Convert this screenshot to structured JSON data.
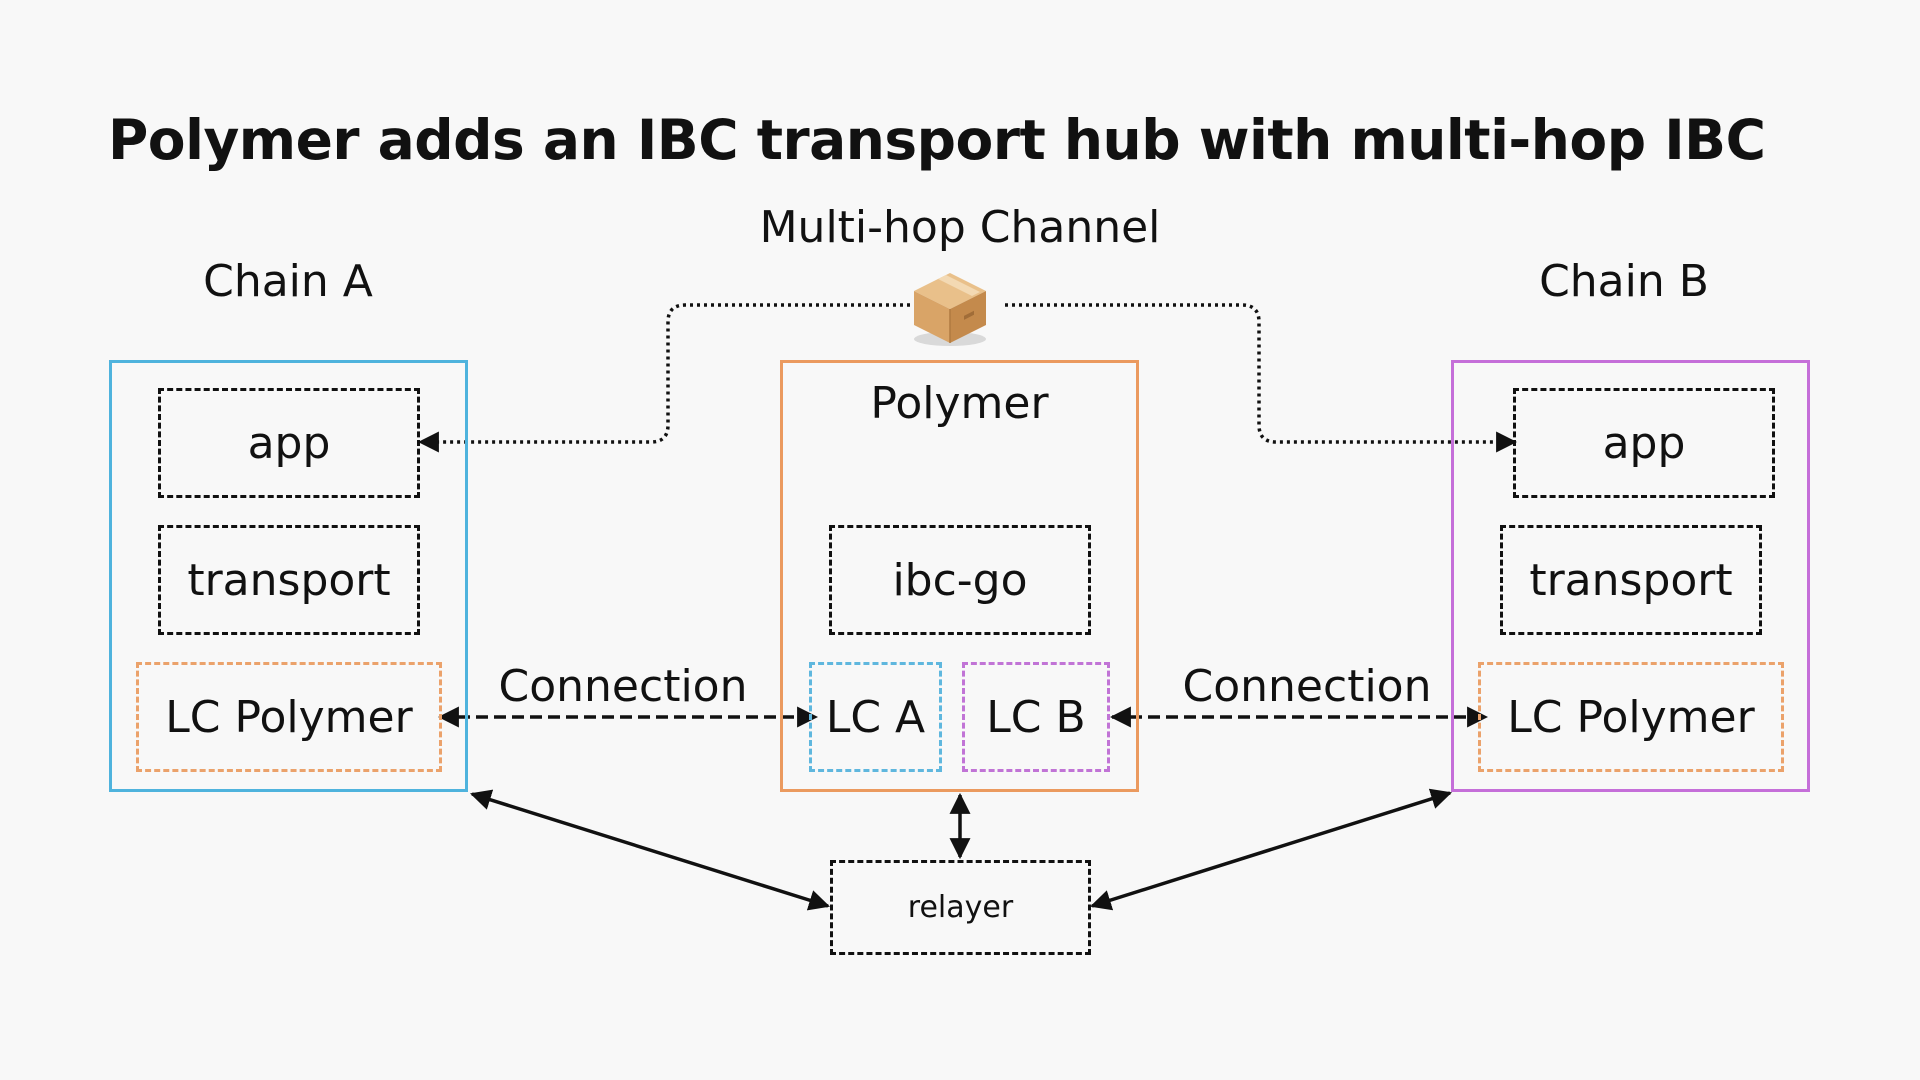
{
  "title": "Polymer adds an IBC transport hub with multi-hop IBC",
  "multihop_label": "Multi-hop Channel",
  "colors": {
    "chain_a": "#4fb3dd",
    "polymer": "#eb9a5f",
    "chain_b": "#c56fd9",
    "box_border": "#111111",
    "background": "#f8f8f8"
  },
  "chain_a": {
    "name": "Chain A",
    "app": "app",
    "transport": "transport",
    "lc": "LC Polymer"
  },
  "polymer": {
    "name": "Polymer",
    "ibc": "ibc-go",
    "lc_a": "LC A",
    "lc_b": "LC B"
  },
  "chain_b": {
    "name": "Chain B",
    "app": "app",
    "transport": "transport",
    "lc": "LC Polymer"
  },
  "connection_left": "Connection",
  "connection_right": "Connection",
  "relayer": "relayer",
  "icons": {
    "packet": "package-box-icon"
  }
}
